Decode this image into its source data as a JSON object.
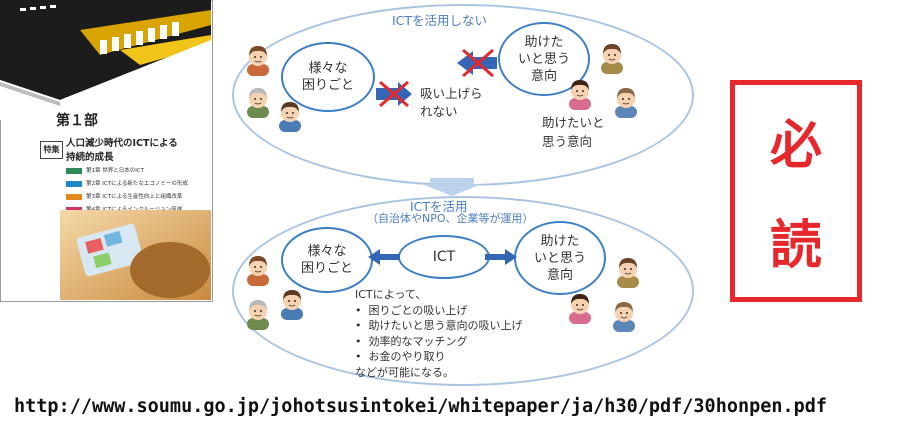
{
  "cover": {
    "part_title": "第１部",
    "tag": "特集",
    "title_line1": "人口減少時代のICTによる",
    "title_line2": "持続的成長",
    "chapters": [
      {
        "label": "第1章  世界と日本のICT",
        "color": "#2e8b57"
      },
      {
        "label": "第2章  ICTによる新たなエコノミーの形成",
        "color": "#1e88c8"
      },
      {
        "label": "第3章  ICTによる生産性向上と組織改革",
        "color": "#e08a1e"
      },
      {
        "label": "第4章  ICTによるインクルージョン促進",
        "color": "#d6336c"
      }
    ]
  },
  "top": {
    "heading": "ICTを活用しない",
    "left_bubble": "様々な\n困りごと",
    "right_bubble": "助けた\nいと思う\n意向",
    "middle_label": "吸い上げら\nれない",
    "right_label": "助けたいと\n思う意向"
  },
  "bottom": {
    "heading": "ICTを活用",
    "subheading": "（自治体やNPO、企業等が運用）",
    "left_bubble": "様々な\n困りごと",
    "center_bubble": "ICT",
    "right_bubble": "助けた\nいと思う\n意向",
    "intro": "ICTによって、",
    "items": [
      "困りごとの吸い上げ",
      "助けたいと思う意向の吸い上げ",
      "効率的なマッチング",
      "お金のやり取り"
    ],
    "outro": "などが可能になる。"
  },
  "stamp": {
    "char1": "必",
    "char2": "読"
  },
  "url": "http://www.soumu.go.jp/johotsusintokei/whitepaper/ja/h30/pdf/30honpen.pdf",
  "colors": {
    "accent_red": "#e6272b",
    "bubble_blue": "#3d7fc4",
    "ellipse_border": "#a9c4e2",
    "arrow_blue": "#3566b5"
  }
}
